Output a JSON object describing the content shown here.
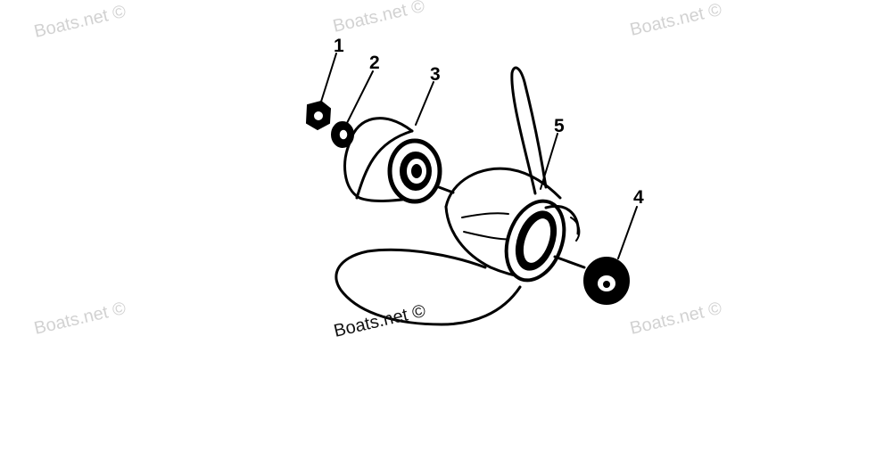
{
  "watermark": "Boats.net ©",
  "callouts": [
    "1",
    "2",
    "3",
    "4",
    "5"
  ]
}
